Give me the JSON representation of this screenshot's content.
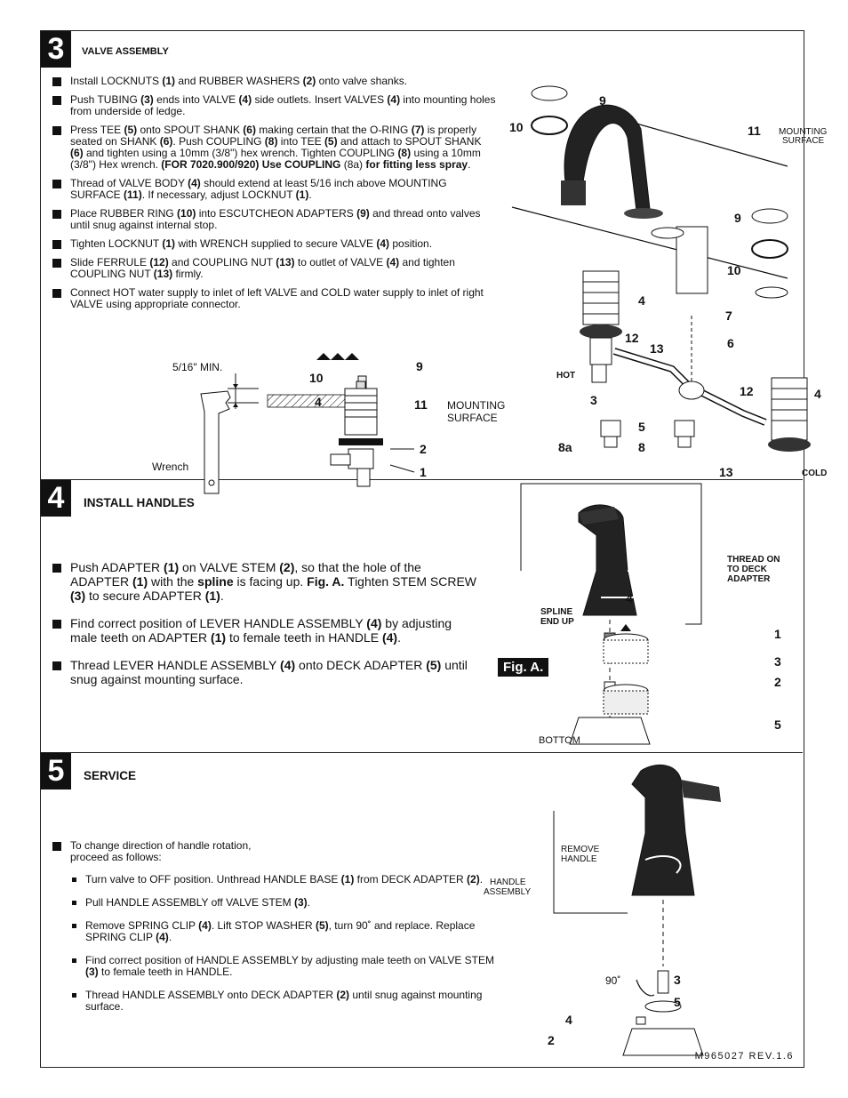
{
  "section3": {
    "number": "3",
    "title": "VALVE ASSEMBLY",
    "steps": [
      [
        "Install LOCKNUTS ",
        "(1)",
        " and RUBBER WASHERS ",
        "(2)",
        " onto valve shanks."
      ],
      [
        "Push TUBING ",
        "(3)",
        " ends into VALVE ",
        "(4)",
        " side outlets. Insert VALVES ",
        "(4)",
        " into mounting holes from underside of ledge."
      ],
      [
        "Press TEE ",
        "(5)",
        " onto SPOUT SHANK ",
        "(6)",
        " making certain that the O-RING ",
        "(7)",
        " is properly seated on SHANK ",
        "(6)",
        ". Push COUPLING ",
        "(8)",
        " into TEE ",
        "(5)",
        " and attach to SPOUT SHANK ",
        "(6)",
        " and tighten using a 10mm (3/8\") hex wrench. Tighten COUPLING ",
        "(8)",
        " using a 10mm (3/8\") Hex wrench. ",
        "(FOR 7020.900/920) Use COUPLING",
        " (8a) ",
        "for fitting less spray",
        "."
      ],
      [
        "Thread of VALVE BODY ",
        "(4)",
        " should extend at least 5/16 inch above MOUNTING SURFACE ",
        "(11)",
        ". If necessary, adjust LOCKNUT ",
        "(1)",
        "."
      ],
      [
        "Place RUBBER RING ",
        "(10)",
        " into ESCUTCHEON ADAPTERS ",
        "(9)",
        " and thread onto valves until snug against internal stop."
      ],
      [
        "Tighten LOCKNUT ",
        "(1)",
        " with WRENCH supplied to secure VALVE ",
        "(4)",
        " position."
      ],
      [
        "Slide FERRULE ",
        "(12)",
        " and COUPLING NUT ",
        "(13)",
        " to outlet of VALVE ",
        "(4)",
        " and tighten COUPLING NUT ",
        "(13)",
        " firmly."
      ],
      [
        "Connect HOT water supply to inlet of left VALVE and COLD water supply to inlet of right VALVE using appropriate connector."
      ]
    ],
    "labels": {
      "min": "5/16\" MIN.",
      "wrench": "Wrench",
      "mounting": "MOUNTING",
      "surface": "SURFACE",
      "hot": "HOT",
      "cold": "COLD"
    },
    "callouts": [
      "9",
      "10",
      "11",
      "9",
      "10",
      "4",
      "7",
      "6",
      "12",
      "13",
      "12",
      "4",
      "3",
      "5",
      "8a",
      "8",
      "13",
      "10",
      "9",
      "4",
      "11",
      "2",
      "1"
    ]
  },
  "section4": {
    "number": "4",
    "title": "INSTALL HANDLES",
    "steps": [
      [
        "Push ADAPTER ",
        "(1)",
        " on VALVE STEM ",
        "(2)",
        ", so that the hole of the ADAPTER ",
        "(1)",
        " with the ",
        "spline",
        " is facing up. ",
        "Fig. A.",
        " Tighten STEM SCREW ",
        "(3)",
        " to secure ADAPTER ",
        "(1)",
        "."
      ],
      [
        "Find correct position of LEVER HANDLE ASSEMBLY ",
        "(4)",
        " by adjusting male teeth on ADAPTER ",
        "(1)",
        " to female teeth in HANDLE ",
        "(4)",
        "."
      ],
      [
        "Thread LEVER HANDLE ASSEMBLY ",
        "(4)",
        " onto DECK ADAPTER ",
        "(5)",
        " until snug against mounting surface."
      ]
    ],
    "labels": {
      "thread_on_1": "THREAD ON",
      "thread_on_2": "TO DECK",
      "thread_on_3": "ADAPTER",
      "spline_1": "SPLINE",
      "spline_2": "END UP",
      "bottom": "BOTTOM",
      "fig": "Fig. A."
    },
    "callouts": [
      "4",
      "1",
      "3",
      "2",
      "5"
    ]
  },
  "section5": {
    "number": "5",
    "title": "SERVICE",
    "intro": "To change direction of handle rotation, proceed as follows:",
    "substeps": [
      [
        "Turn valve to OFF position. Unthread HANDLE BASE ",
        "(1)",
        " from DECK ADAPTER ",
        "(2)",
        "."
      ],
      [
        "Pull HANDLE ASSEMBLY off VALVE STEM ",
        "(3)",
        "."
      ],
      [
        "Remove SPRING CLIP ",
        "(4)",
        ". Lift STOP WASHER ",
        "(5)",
        ", turn 90˚  and replace. Replace SPRING CLIP ",
        "(4)",
        "."
      ],
      [
        "Find correct position of HANDLE ASSEMBLY by adjusting male teeth on VALVE STEM ",
        "(3)",
        " to female teeth in HANDLE."
      ],
      [
        "Thread HANDLE ASSEMBLY onto DECK ADAPTER ",
        "(2)",
        " until snug against mounting surface."
      ]
    ],
    "labels": {
      "remove_1": "REMOVE",
      "remove_2": "HANDLE",
      "handle_1": "HANDLE",
      "handle_2": "ASSEMBLY",
      "deg": "90˚"
    },
    "callouts": [
      "3",
      "5",
      "4",
      "2"
    ]
  },
  "doc_id": "M965027 REV.1.6"
}
